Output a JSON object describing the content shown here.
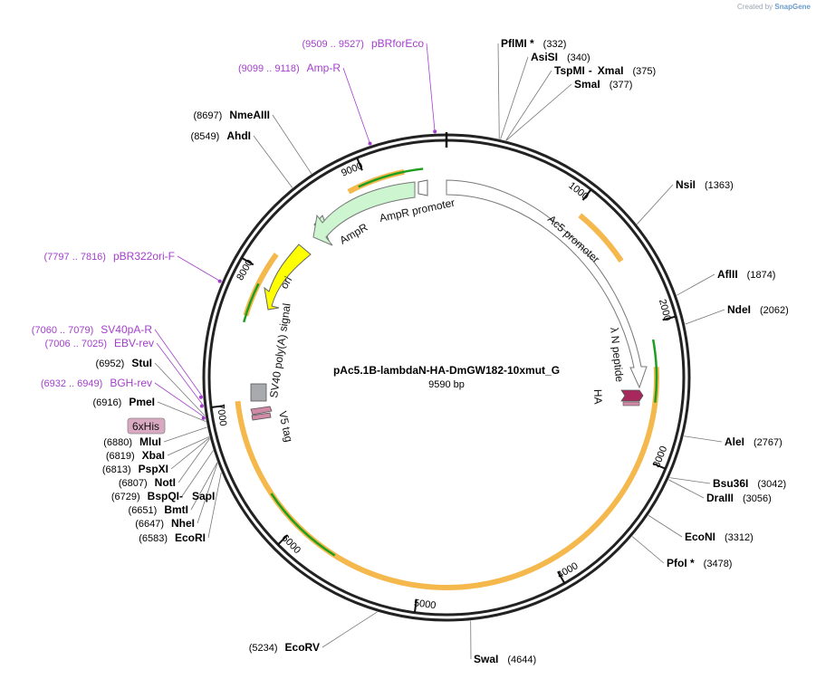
{
  "credit": {
    "prefix": "Created by",
    "brand": "SnapGene"
  },
  "plasmid": {
    "name": "pAc5.1B-lambdaN-HA-DmGW182-10xmut_G",
    "size_label": "9590 bp",
    "length": 9590
  },
  "ticks": [
    {
      "bp": 1000,
      "label": "1000"
    },
    {
      "bp": 2000,
      "label": "2000"
    },
    {
      "bp": 3000,
      "label": "3000"
    },
    {
      "bp": 4000,
      "label": "4000"
    },
    {
      "bp": 5000,
      "label": "5000"
    },
    {
      "bp": 6000,
      "label": "6000"
    },
    {
      "bp": 7000,
      "label": "7000"
    },
    {
      "bp": 8000,
      "label": "8000"
    },
    {
      "bp": 9000,
      "label": "9000"
    }
  ],
  "enzymes": [
    {
      "id": "pflmi",
      "name": "PflMI *",
      "pos": "(332)",
      "bp": 332
    },
    {
      "id": "asisi",
      "name": "AsiSI",
      "pos": "(340)",
      "bp": 340
    },
    {
      "id": "tspmi",
      "name": "TspMI",
      "name2": "XmaI",
      "pos": "(375)",
      "bp": 375
    },
    {
      "id": "smai",
      "name": "SmaI",
      "pos": "(377)",
      "bp": 377
    },
    {
      "id": "nsii",
      "name": "NsiI",
      "pos": "(1363)",
      "bp": 1363
    },
    {
      "id": "aflii",
      "name": "AflII",
      "pos": "(1874)",
      "bp": 1874
    },
    {
      "id": "ndei",
      "name": "NdeI",
      "pos": "(2062)",
      "bp": 2062
    },
    {
      "id": "alei",
      "name": "AleI",
      "pos": "(2767)",
      "bp": 2767
    },
    {
      "id": "bsu36i",
      "name": "Bsu36I",
      "pos": "(3042)",
      "bp": 3042
    },
    {
      "id": "draiii",
      "name": "DraIII",
      "pos": "(3056)",
      "bp": 3056
    },
    {
      "id": "econi",
      "name": "EcoNI",
      "pos": "(3312)",
      "bp": 3312
    },
    {
      "id": "pfoi",
      "name": "PfoI *",
      "pos": "(3478)",
      "bp": 3478
    },
    {
      "id": "swai",
      "name": "SwaI",
      "pos": "(4644)",
      "bp": 4644
    },
    {
      "id": "ecorv",
      "name": "EcoRV",
      "pos": "(5234)",
      "bp": 5234
    },
    {
      "id": "ecori",
      "name": "EcoRI",
      "pos": "(6583)",
      "bp": 6583
    },
    {
      "id": "nhei",
      "name": "NheI",
      "pos": "(6647)",
      "bp": 6647
    },
    {
      "id": "bmti",
      "name": "BmtI",
      "pos": "(6651)",
      "bp": 6651
    },
    {
      "id": "bspqi",
      "name": "BspQI",
      "name2": "SapI",
      "pos": "(6729)",
      "bp": 6729
    },
    {
      "id": "noti",
      "name": "NotI",
      "pos": "(6807)",
      "bp": 6807
    },
    {
      "id": "pspxi",
      "name": "PspXI",
      "pos": "(6813)",
      "bp": 6813
    },
    {
      "id": "xbai",
      "name": "XbaI",
      "pos": "(6819)",
      "bp": 6819
    },
    {
      "id": "mlui",
      "name": "MluI",
      "pos": "(6880)",
      "bp": 6880
    },
    {
      "id": "pmei",
      "name": "PmeI",
      "pos": "(6916)",
      "bp": 6916
    },
    {
      "id": "stui",
      "name": "StuI",
      "pos": "(6952)",
      "bp": 6952
    },
    {
      "id": "ahdi",
      "name": "AhdI",
      "pos": "(8549)",
      "bp": 8549
    },
    {
      "id": "nmeaiii",
      "name": "NmeAIII",
      "pos": "(8697)",
      "bp": 8697
    }
  ],
  "primers": [
    {
      "id": "pbrforeco",
      "name": "pBRforEco",
      "pos": "(9509 .. 9527)",
      "bp": 9518
    },
    {
      "id": "ampr_primer",
      "name": "Amp-R",
      "pos": "(9099 .. 9118)",
      "bp": 9108
    },
    {
      "id": "pbr322ori",
      "name": "pBR322ori-F",
      "pos": "(7797 .. 7816)",
      "bp": 7806
    },
    {
      "id": "sv40pa",
      "name": "SV40pA-R",
      "pos": "(7060 .. 7079)",
      "bp": 7070
    },
    {
      "id": "ebvrev",
      "name": "EBV-rev",
      "pos": "(7006 .. 7025)",
      "bp": 7015
    },
    {
      "id": "bghrev",
      "name": "BGH-rev",
      "pos": "(6932 .. 6949)",
      "bp": 6940
    }
  ],
  "features": [
    {
      "id": "ampr",
      "label": "AmpR"
    },
    {
      "id": "ampr_promoter",
      "label": "AmpR promoter"
    },
    {
      "id": "ac5",
      "label": "Ac5 promoter"
    },
    {
      "id": "lambdan",
      "label": "λ N peptide"
    },
    {
      "id": "ha",
      "label": "HA"
    },
    {
      "id": "ori",
      "label": "ori"
    },
    {
      "id": "sv40",
      "label": "SV40 poly(A) signal"
    },
    {
      "id": "v5",
      "label": "V5 tag"
    },
    {
      "id": "his",
      "label": "6xHis"
    }
  ],
  "colors": {
    "ampr": "#cdf5d0",
    "ori": "#ffff00",
    "orf": "#f4b84d",
    "orfinner": "#1e9e1e",
    "ha": "#a8285e",
    "v5": "#d08aa6",
    "primer": "#a33fcc"
  }
}
